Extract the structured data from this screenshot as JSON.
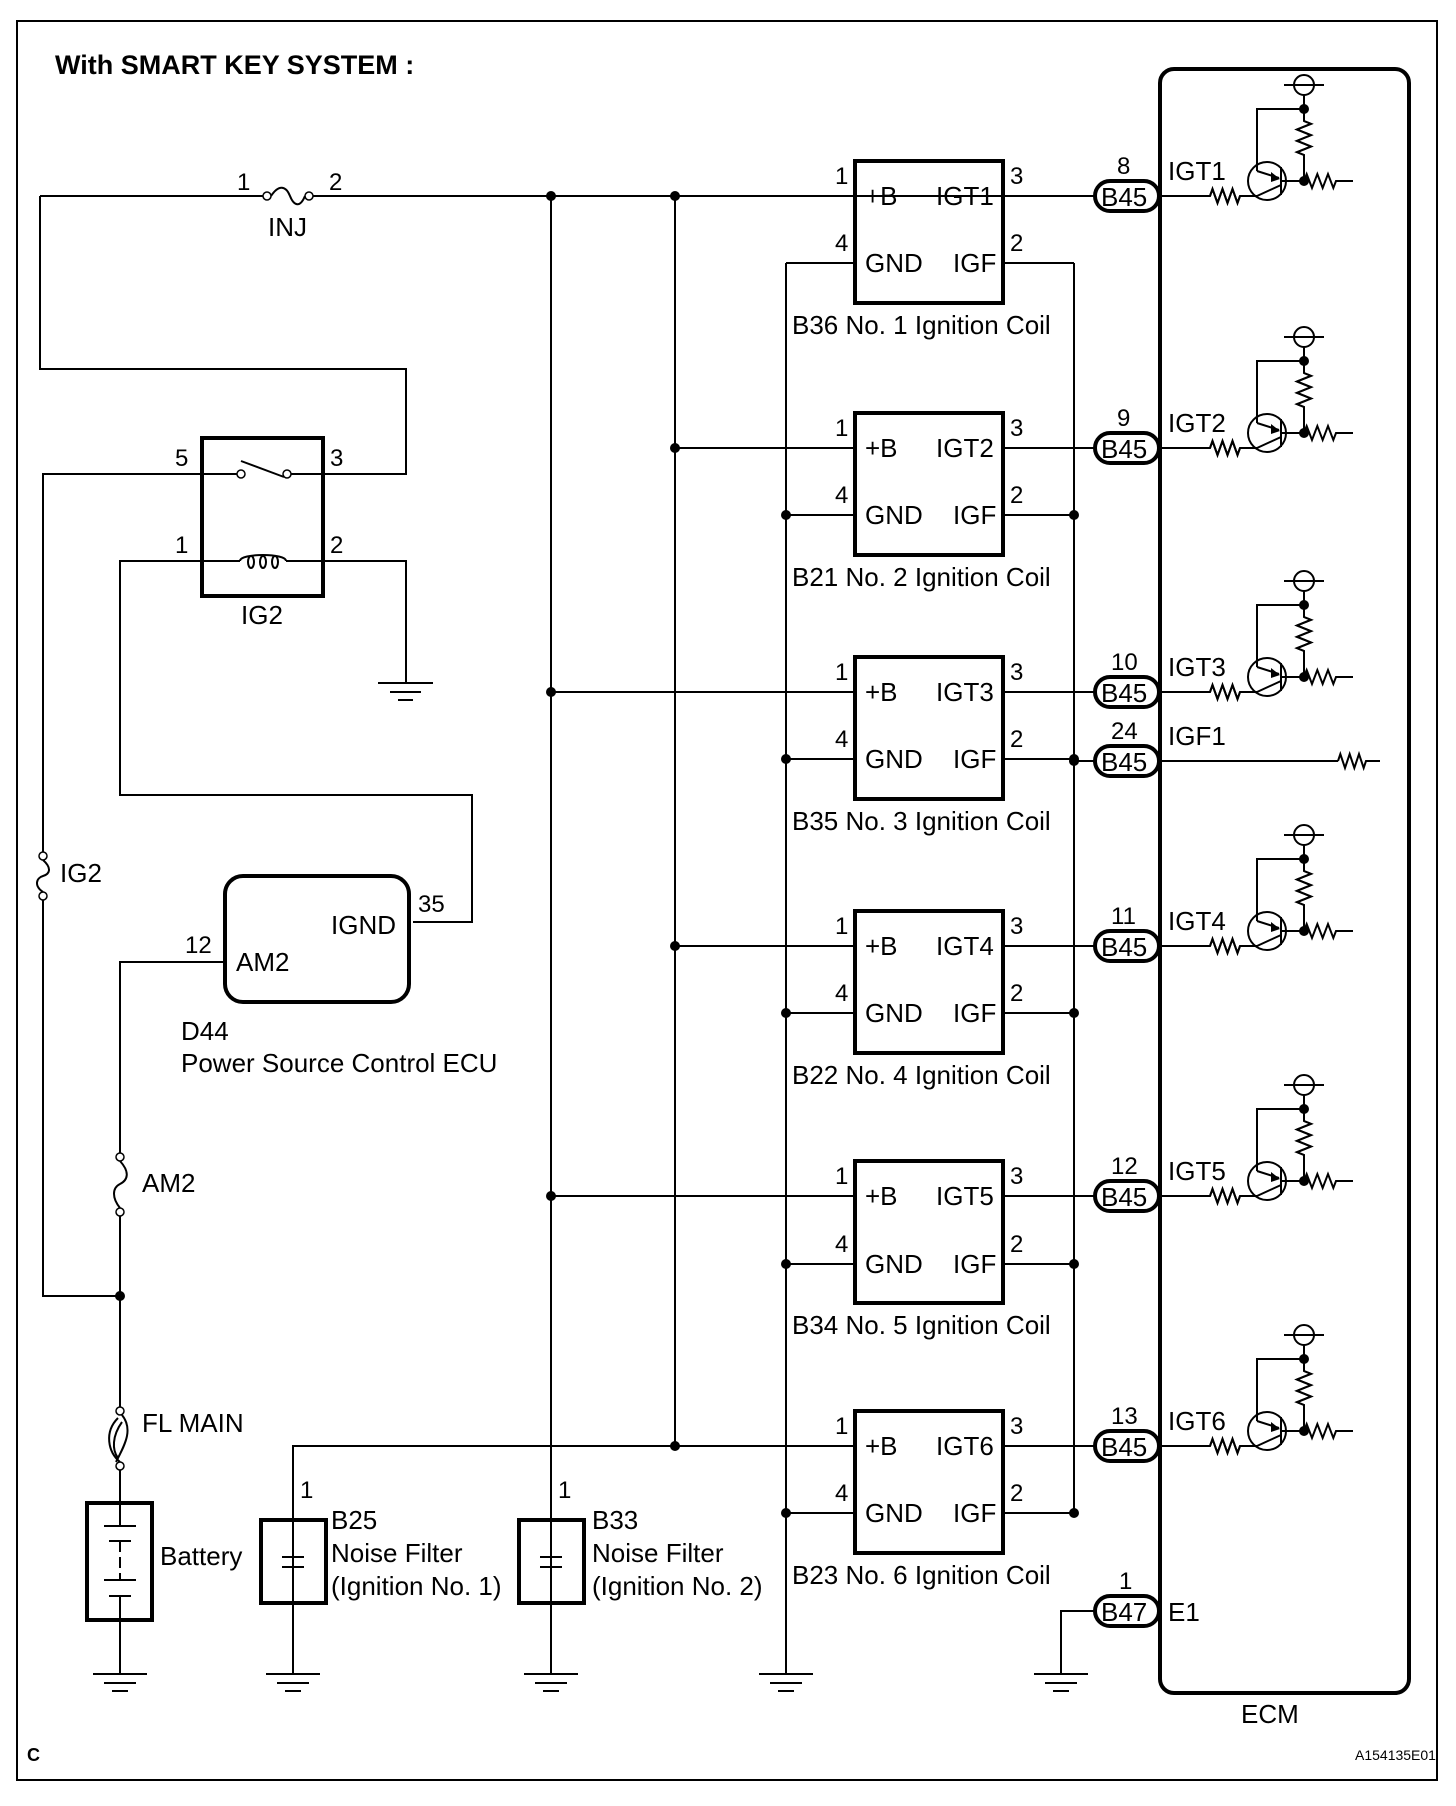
{
  "title": "With SMART KEY SYSTEM :",
  "page_letter": "C",
  "figure_id": "A154135E01",
  "fuses": {
    "inj": {
      "label": "INJ",
      "pin_in": "1",
      "pin_out": "2"
    },
    "ig2": {
      "label": "IG2"
    },
    "am2": {
      "label": "AM2"
    },
    "fl_main": {
      "label": "FL MAIN"
    }
  },
  "relay": {
    "label": "IG2",
    "pins": {
      "switch_in": "5",
      "switch_out": "3",
      "coil_in": "1",
      "coil_out": "2"
    }
  },
  "power_ecu": {
    "code": "D44",
    "name": "Power Source Control ECU",
    "terminals": [
      {
        "name": "AM2",
        "pin": "12"
      },
      {
        "name": "IGND",
        "pin": "35"
      }
    ]
  },
  "battery": {
    "label": "Battery"
  },
  "noise_filters": [
    {
      "code": "B25",
      "name": "Noise Filter",
      "desc": "(Ignition No. 1)",
      "pin": "1"
    },
    {
      "code": "B33",
      "name": "Noise Filter",
      "desc": "(Ignition No. 2)",
      "pin": "1"
    }
  ],
  "ignition_coils": [
    {
      "caption": "B36 No. 1 Ignition Coil",
      "igt": "IGT1",
      "ecm_pin": "8",
      "ecm_label": "IGT1"
    },
    {
      "caption": "B21 No. 2 Ignition Coil",
      "igt": "IGT2",
      "ecm_pin": "9",
      "ecm_label": "IGT2"
    },
    {
      "caption": "B35 No. 3 Ignition Coil",
      "igt": "IGT3",
      "ecm_pin": "10",
      "ecm_label": "IGT3"
    },
    {
      "caption": "B22 No. 4 Ignition Coil",
      "igt": "IGT4",
      "ecm_pin": "11",
      "ecm_label": "IGT4"
    },
    {
      "caption": "B34 No. 5 Ignition Coil",
      "igt": "IGT5",
      "ecm_pin": "12",
      "ecm_label": "IGT5"
    },
    {
      "caption": "B23 No. 6 Ignition Coil",
      "igt": "IGT6",
      "ecm_pin": "13",
      "ecm_label": "IGT6"
    }
  ],
  "coil_terminals": {
    "b": "+B",
    "gnd": "GND",
    "igf": "IGF",
    "pin_b": "1",
    "pin_igt": "3",
    "pin_gnd": "4",
    "pin_igf": "2"
  },
  "ecm": {
    "label": "ECM",
    "connector": "B45",
    "igf_pin": "24",
    "igf_label": "IGF1",
    "ground_connector": "B47",
    "ground_pin": "1",
    "ground_label": "E1"
  }
}
